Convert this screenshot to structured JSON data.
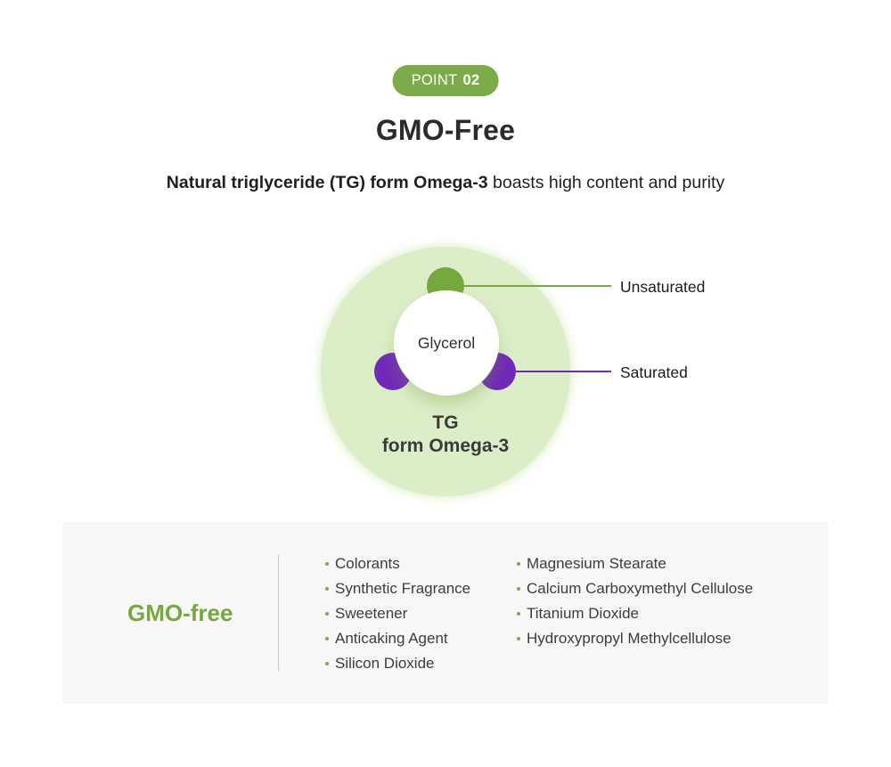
{
  "header": {
    "badge_label": "POINT",
    "badge_number": "02",
    "title": "GMO-Free",
    "subtitle_bold": "Natural triglyceride (TG) form Omega-3",
    "subtitle_regular": " boasts high content and purity"
  },
  "diagram": {
    "center_label": "Glycerol",
    "circle_label_line1": "TG",
    "circle_label_line2": "form Omega-3",
    "callout_unsaturated": "Unsaturated",
    "callout_saturated": "Saturated"
  },
  "gmo_section": {
    "title": "GMO-free",
    "column1": {
      "0": "Colorants",
      "1": "Synthetic Fragrance",
      "2": "Sweetener",
      "3": "Anticaking Agent",
      "4": "Silicon Dioxide"
    },
    "column2": {
      "0": "Magnesium Stearate",
      "1": "Calcium Carboxymethyl Cellulose",
      "2": "Titanium Dioxide",
      "3": "Hydroxypropyl Methylcellulose"
    }
  },
  "colors": {
    "brand_green": "#76A83F",
    "badge_green": "#7CAB49",
    "light_green_circle": "#DCEEC7",
    "purple": "#7129B8",
    "panel_gray": "#F7F7F7"
  }
}
